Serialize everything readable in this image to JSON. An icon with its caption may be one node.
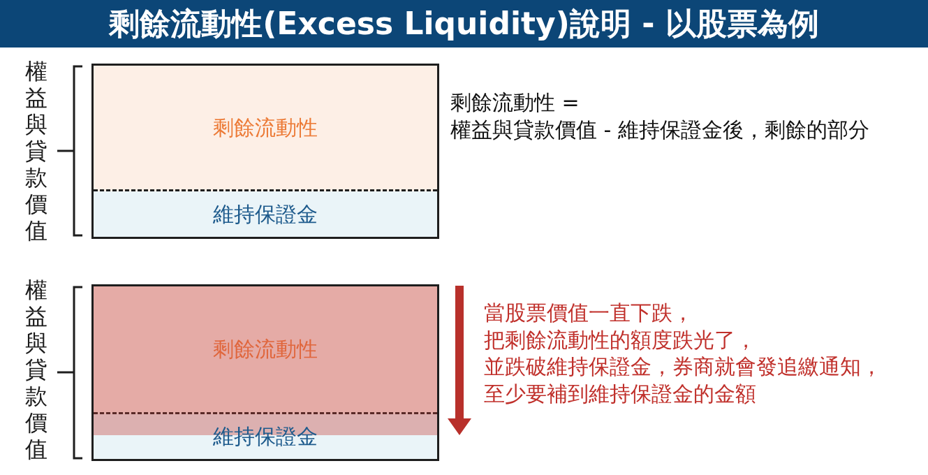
{
  "diagram": {
    "title": "剩餘流動性(Excess Liquidity)說明 - 以股票為例",
    "nodes": [
      {
        "text": [],
        "shape": "box"
      },
      {
        "text": [
          "剩餘流動性"
        ],
        "in": 0
      },
      {
        "text": [
          "維持保證金"
        ],
        "in": 0
      },
      {
        "text": [],
        "shape": "box"
      },
      {
        "text": [
          "剩餘流動性"
        ],
        "in": 3
      },
      {
        "text": [
          "維持保證金"
        ],
        "in": 3
      }
    ],
    "labels": [
      "權益與貸款價值",
      "剩餘流動性 =",
      "權益與貸款價值 - 維持保證金後，剩餘的部分",
      "權益與貸款價值",
      "當股票價值一直下跌，",
      "把剩餘流動性的額度跌光了，",
      "並跌破維持保證金，券商就會發追繳通知，",
      "至少要補到維持保證金的金額"
    ]
  }
}
